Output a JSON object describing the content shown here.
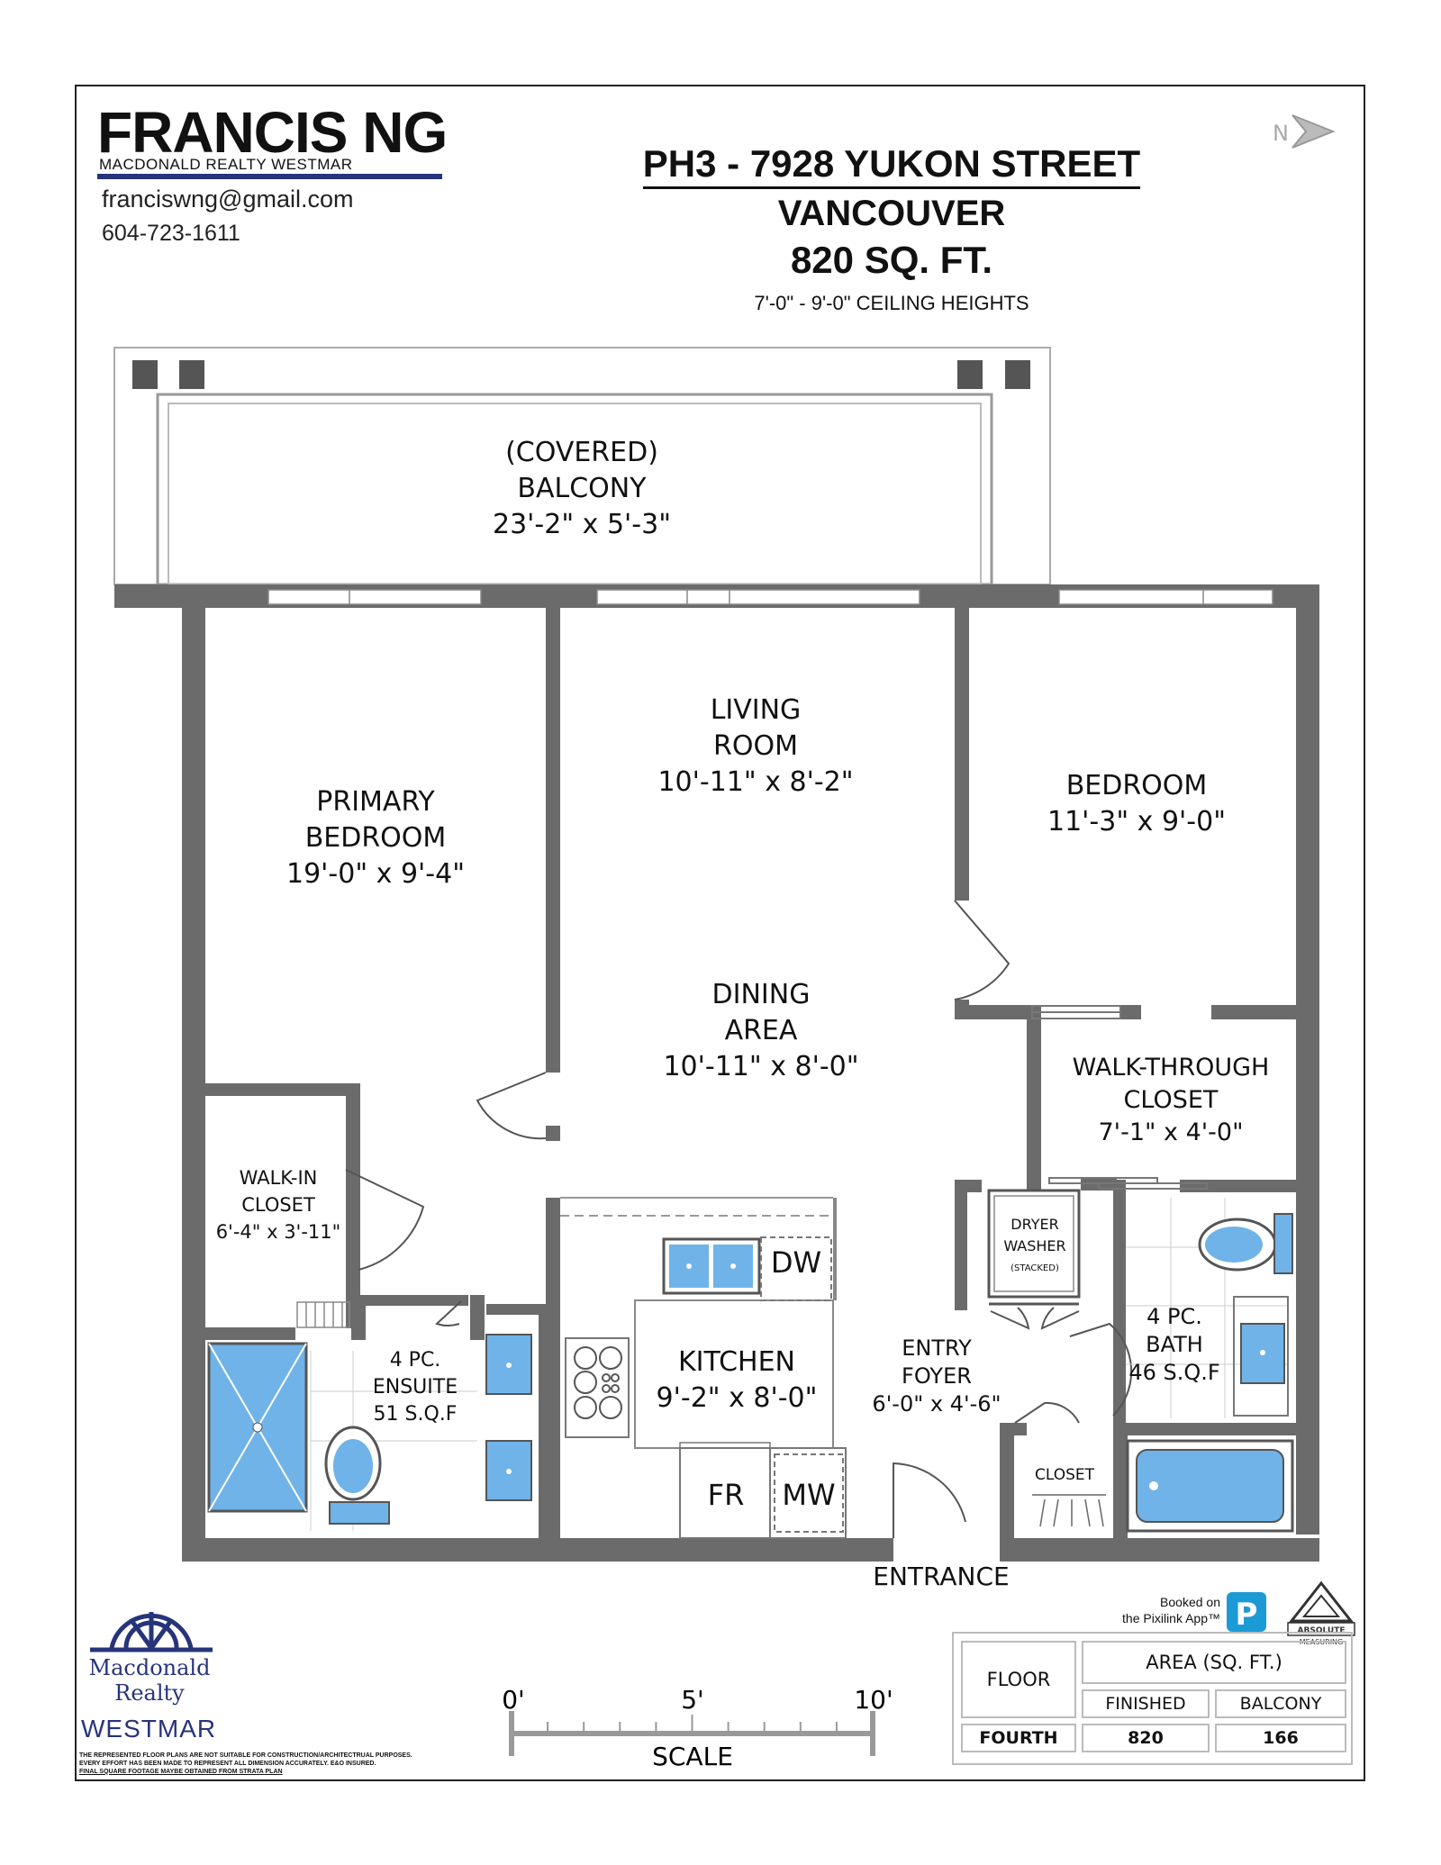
{
  "agent": {
    "name": "FRANCIS NG",
    "company": "MACDONALD REALTY WESTMAR",
    "email": "franciswng@gmail.com",
    "phone": "604-723-1611"
  },
  "property": {
    "address": "PH3 - 7928 YUKON STREET",
    "city": "VANCOUVER",
    "sqft": "820 SQ. FT.",
    "ceiling": "7'-0\" - 9'-0\" CEILING HEIGHTS"
  },
  "compass": "N",
  "rooms": {
    "balcony": {
      "l1": "(COVERED)",
      "l2": "BALCONY",
      "dim": "23'-2\" x 5'-3\""
    },
    "primary": {
      "l1": "PRIMARY",
      "l2": "BEDROOM",
      "dim": "19'-0\" x 9'-4\""
    },
    "living": {
      "l1": "LIVING",
      "l2": "ROOM",
      "dim": "10'-11\" x 8'-2\""
    },
    "bedroom": {
      "l1": "BEDROOM",
      "dim": "11'-3\" x 9'-0\""
    },
    "dining": {
      "l1": "DINING",
      "l2": "AREA",
      "dim": "10'-11\" x 8'-0\""
    },
    "walkthrough": {
      "l1": "WALK-THROUGH",
      "l2": "CLOSET",
      "dim": "7'-1\" x 4'-0\""
    },
    "walkin": {
      "l1": "WALK-IN",
      "l2": "CLOSET",
      "dim": "6'-4\" x 3'-11\""
    },
    "ensuite": {
      "l1": "4 PC.",
      "l2": "ENSUITE",
      "dim": "51 S.Q.F"
    },
    "kitchen": {
      "l1": "KITCHEN",
      "dim": "9'-2\" x 8'-0\""
    },
    "foyer": {
      "l1": "ENTRY",
      "l2": "FOYER",
      "dim": "6'-0\" x 4'-6\""
    },
    "bath": {
      "l1": "4 PC.",
      "l2": "BATH",
      "dim": "46 S.Q.F"
    },
    "laundry": {
      "l1": "DRYER",
      "l2": "WASHER",
      "l3": "(STACKED)"
    },
    "closet": {
      "l1": "CLOSET"
    },
    "dw": "DW",
    "fr": "FR",
    "mw": "MW",
    "entrance": "ENTRANCE"
  },
  "badge": {
    "l1": "Booked on",
    "l2": "the Pixilink App™",
    "logo": "P",
    "measuring_l1": "ABSOLUTE",
    "measuring_l2": "MEASURING"
  },
  "scale": {
    "t0": "0'",
    "t5": "5'",
    "t10": "10'",
    "label": "SCALE"
  },
  "area_table": {
    "floor_header": "FLOOR",
    "area_header": "AREA (SQ. FT.)",
    "finished_header": "FINISHED",
    "balcony_header": "BALCONY",
    "floor": "FOURTH",
    "finished": "820",
    "balcony": "166"
  },
  "logo": {
    "l1": "Macdonald",
    "l2": "Realty",
    "l3": "WESTMAR"
  },
  "disclaimer": {
    "l1": "THE REPRESENTED FLOOR PLANS ARE NOT SUITABLE FOR CONSTRUCTION/ARCHITECTRUAL PURPOSES.",
    "l2": "EVERY EFFORT HAS BEEN MADE TO REPRESENT ALL DIMENSION ACCURATELY. E&O INSURED.",
    "l3": "FINAL SQUARE FOOTAGE MAYBE OBTAINED FROM STRATA PLAN"
  },
  "colors": {
    "wall": "#6b6b6b",
    "fixture": "#6fb3e8",
    "brand": "#27347a"
  }
}
